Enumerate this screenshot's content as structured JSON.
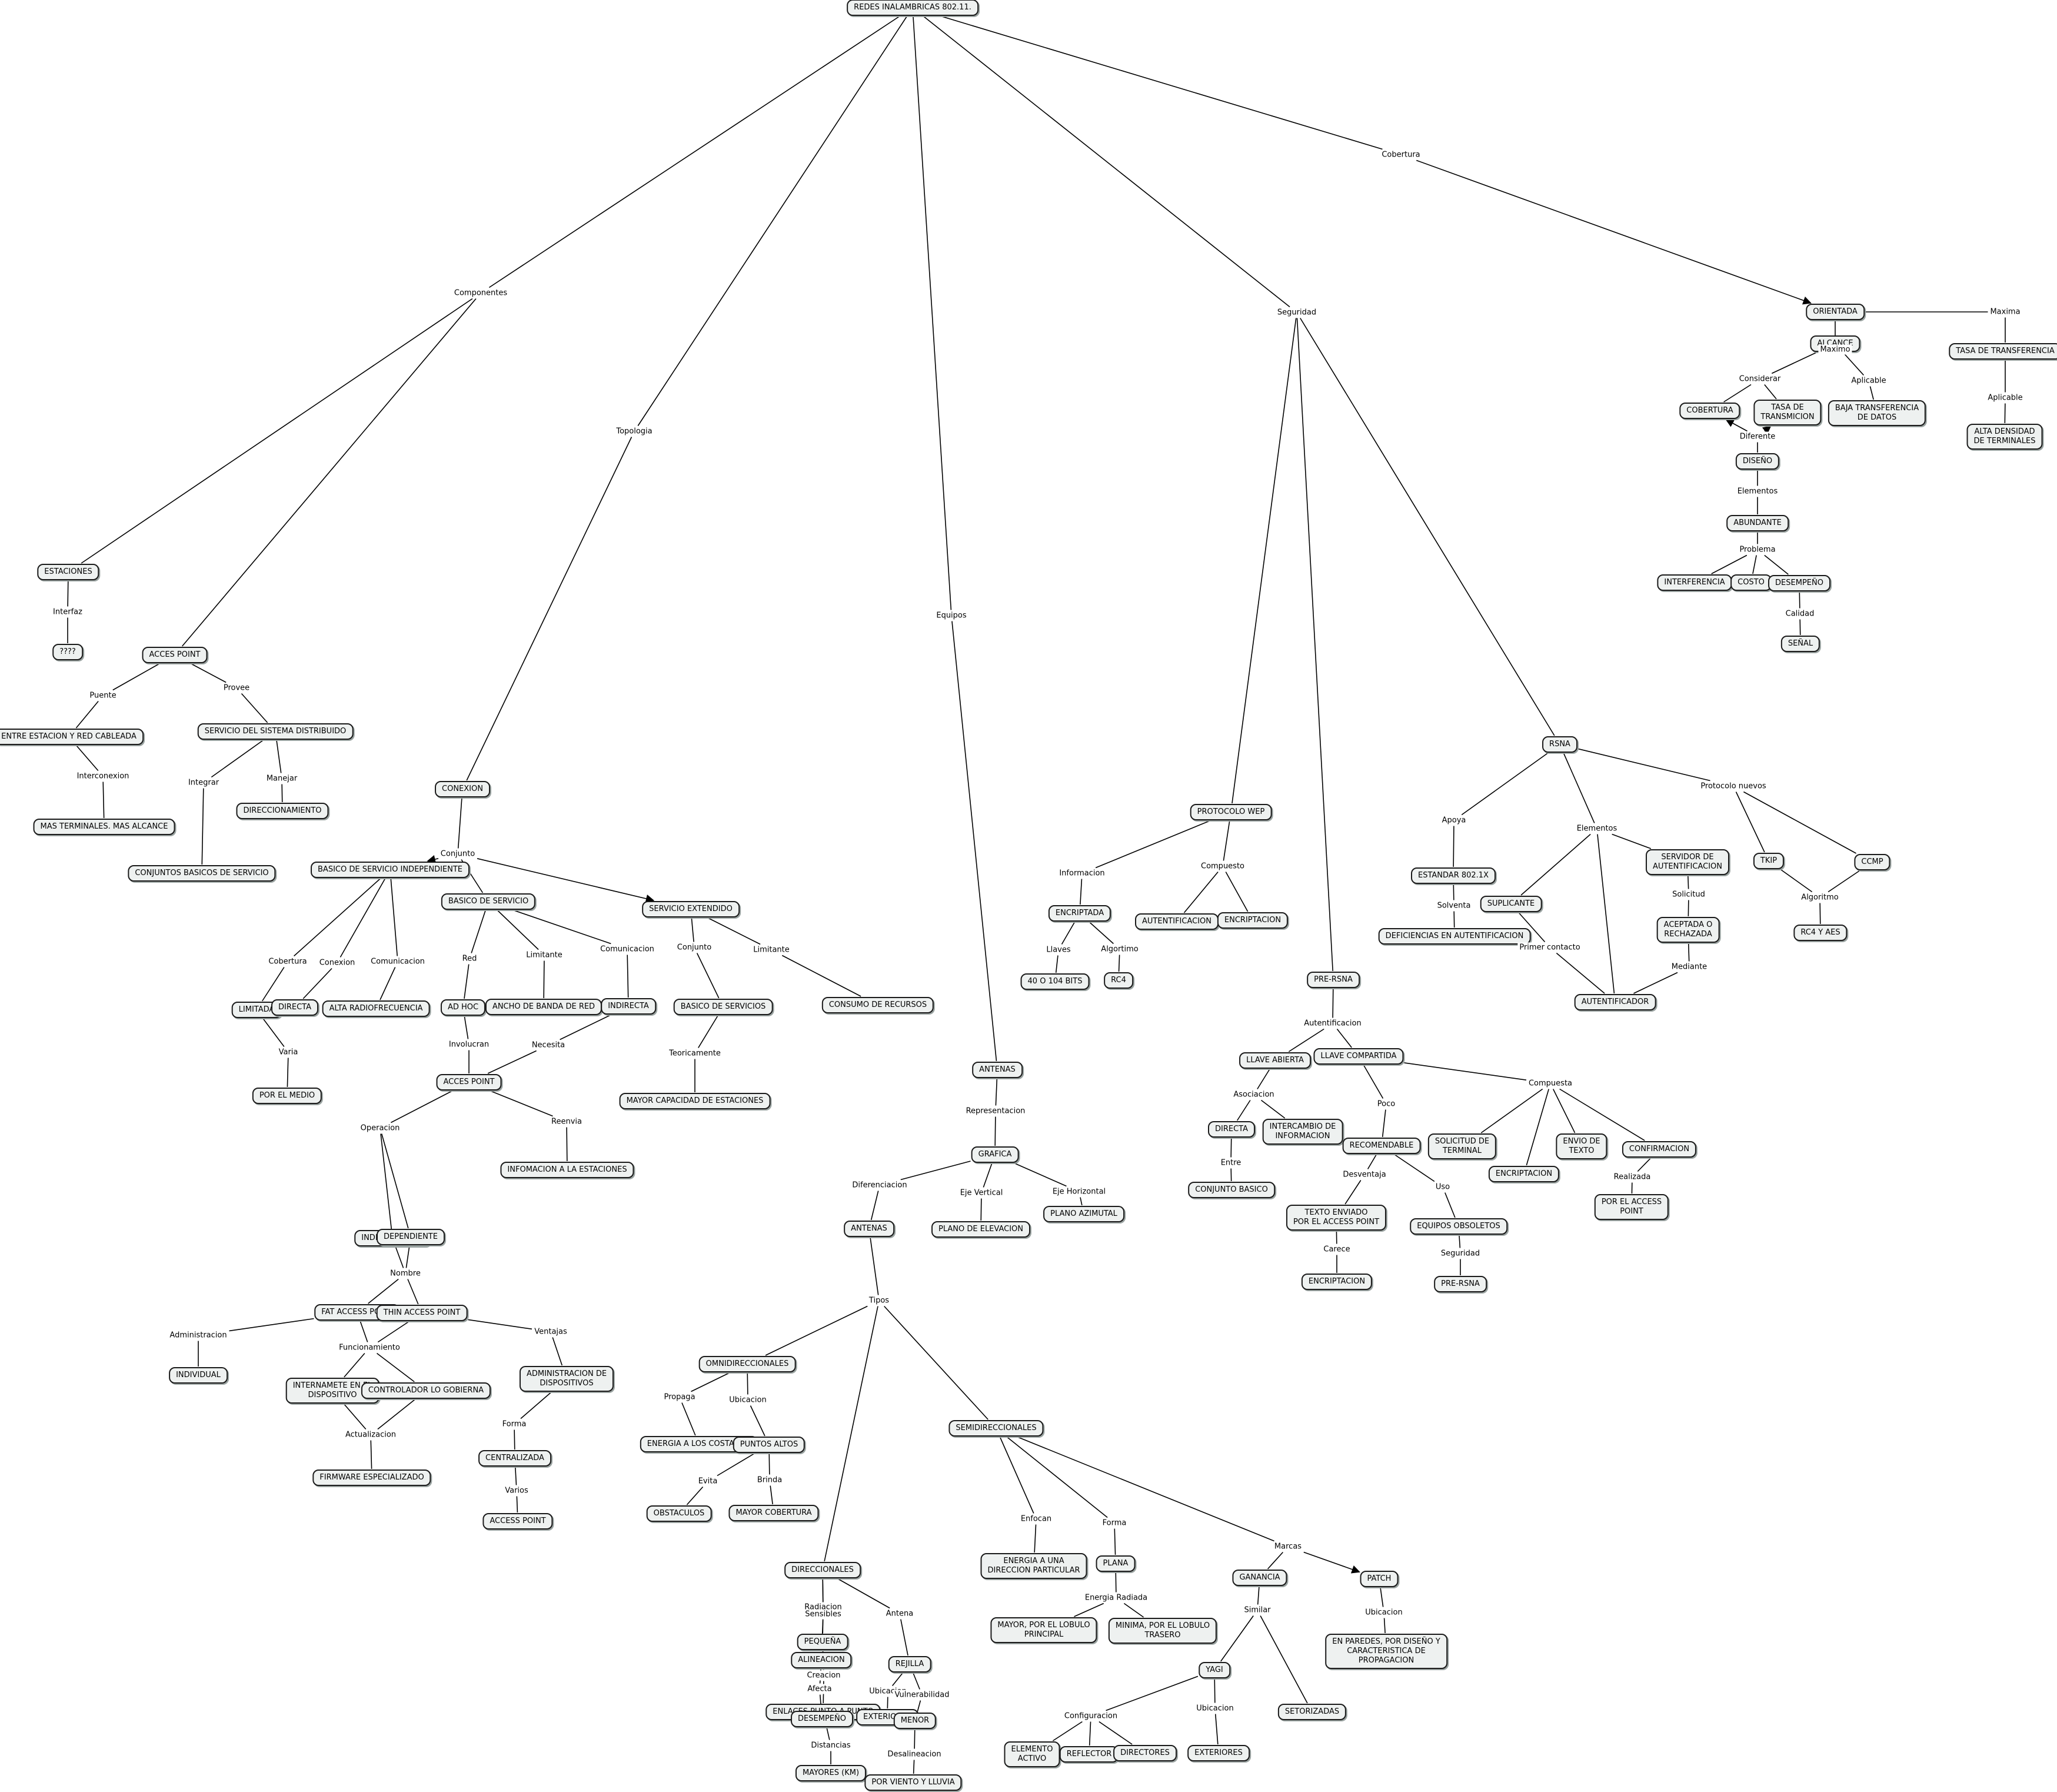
{
  "nodes": {
    "root": "REDES INALAMBRICAS 802.11.",
    "estaciones": "ESTACIONES",
    "qqqq": "????",
    "acces_point": "ACCES POINT",
    "entre_estacion": "ENTRE ESTACION Y RED CABLEADA",
    "mas_terminales": "MAS TERMINALES. MAS ALCANCE",
    "servicio_distribuido": "SERVICIO DEL SISTEMA DISTRIBUIDO",
    "direccionamiento": "DIRECCIONAMIENTO",
    "conjuntos_basicos": "CONJUNTOS BASICOS DE SERVICIO",
    "conexion": "CONEXION",
    "basico_independiente": "BASICO DE SERVICIO INDEPENDIENTE",
    "basico_servicio": "BASICO DE SERVICIO",
    "servicio_extendido": "SERVICIO EXTENDIDO",
    "limitada": "LIMITADA",
    "directa_conexion": "DIRECTA",
    "alta_radiofrecuencia": "ALTA RADIOFRECUENCIA",
    "por_el_medio": "POR EL MEDIO",
    "ad_hoc": "AD HOC",
    "ancho_banda": "ANCHO DE BANDA DE RED",
    "indirecta": "INDIRECTA",
    "basico_servicios": "BASICO DE SERVICIOS",
    "consumo_recursos": "CONSUMO DE RECURSOS",
    "mayor_capacidad": "MAYOR CAPACIDAD DE ESTACIONES",
    "acces_point2": "ACCES POINT",
    "infomacion": "INFOMACION A LA ESTACIONES",
    "independiente": "INDEPENDIENTE",
    "dependiente": "DEPENDIENTE",
    "fat_ap": "FAT ACCESS POINT",
    "thin_ap": "THIN ACCESS POINT",
    "individual": "INDIVIDUAL",
    "internamete": "INTERNAMETE EN EL\nDISPOSITIVO",
    "controlador": "CONTROLADOR LO GOBIERNA",
    "admin_dispositivos": "ADMINISTRACION DE\nDISPOSITIVOS",
    "firmware": "FIRMWARE ESPECIALIZADO",
    "centralizada": "CENTRALIZADA",
    "access_point_final": "ACCESS POINT",
    "antenas_top": "ANTENAS",
    "grafica": "GRAFICA",
    "antenas2": "ANTENAS",
    "plano_elevacion": "PLANO DE ELEVACION",
    "plano_azimutal": "PLANO AZIMUTAL",
    "omnidireccionales": "OMNIDIRECCIONALES",
    "energia_costados": "ENERGIA A LOS COSTADOS",
    "puntos_altos": "PUNTOS ALTOS",
    "obstaculos": "OBSTACULOS",
    "mayor_cobertura": "MAYOR COBERTURA",
    "semidireccionales": "SEMIDIRECCIONALES",
    "energia_direccion": "ENERGIA A UNA\nDIRECCION PARTICULAR",
    "plana": "PLANA",
    "mayor_lobulo": "MAYOR, POR EL LOBULO\nPRINCIPAL",
    "minima_lobulo": "MINIMA, POR EL LOBULO\nTRASERO",
    "ganancia": "GANANCIA",
    "patch": "PATCH",
    "en_paredes": "EN PAREDES, POR DISEÑO Y\nCARACTERISTICA DE\nPROPAGACION",
    "yagi": "YAGI",
    "setorizadas": "SETORIZADAS",
    "elemento_activo": "ELEMENTO\nACTIVO",
    "reflector": "REFLECTOR",
    "directores": "DIRECTORES",
    "exteriores_yagi": "EXTERIORES",
    "direccionales": "DIRECCIONALES",
    "pequena": "PEQUEÑA",
    "alineacion": "ALINEACION",
    "rejilla": "REJILLA",
    "enlaces": "ENLACES PUNTO A PUNTO",
    "desempeno_dir": "DESEMPEÑO",
    "exteriores_rej": "EXTERIORES",
    "menor": "MENOR",
    "mayores_km": "MAYORES (KM)",
    "por_viento": "POR VIENTO Y LLUVIA",
    "protocolo_wep": "PROTOCOLO WEP",
    "encriptada": "ENCRIPTADA",
    "autentificacion_wep": "AUTENTIFICACION",
    "encriptacion_wep": "ENCRIPTACION",
    "bits": "40 O 104 BITS",
    "rc4": "RC4",
    "pre_rsna": "PRE-RSNA",
    "llave_abierta": "LLAVE ABIERTA",
    "llave_compartida": "LLAVE COMPARTIDA",
    "directa_llave": "DIRECTA",
    "intercambio": "INTERCAMBIO DE\nINFORMACION",
    "conjunto_basico": "CONJUNTO BASICO",
    "recomendable": "RECOMENDABLE",
    "solicitud_terminal": "SOLICITUD DE\nTERMINAL",
    "encriptacion_llave": "ENCRIPTACION",
    "envio_texto": "ENVIO DE\nTEXTO",
    "confirmacion": "CONFIRMACION",
    "texto_enviado": "TEXTO ENVIADO\nPOR EL ACCESS POINT",
    "equipos_obsoletos": "EQUIPOS OBSOLETOS",
    "por_access_point": "POR EL ACCESS\nPOINT",
    "encriptacion_final": "ENCRIPTACION",
    "pre_rsna2": "PRE-RSNA",
    "rsna": "RSNA",
    "estandar": "ESTANDAR 802.1X",
    "deficiencias": "DEFICIENCIAS EN AUTENTIFICACION",
    "suplicante": "SUPLICANTE",
    "servidor_aut": "SERVIDOR DE\nAUTENTIFICACION",
    "aceptada": "ACEPTADA O\nRECHAZADA",
    "autentificador": "AUTENTIFICADOR",
    "tkip": "TKIP",
    "ccmp": "CCMP",
    "rc4_aes": "RC4 Y AES",
    "orientada": "ORIENTADA",
    "alcance": "ALCANCE",
    "tasa_transferencia": "TASA DE TRANSFERENCIA",
    "cobertura_node": "COBERTURA",
    "tasa_transmicion": "TASA DE\nTRANSMICION",
    "baja_transferencia": "BAJA TRANSFERENCIA\nDE DATOS",
    "alta_densidad": "ALTA DENSIDAD\nDE TERMINALES",
    "diseno": "DISEÑO",
    "abundante": "ABUNDANTE",
    "interferencia": "INTERFERENCIA",
    "costo": "COSTO",
    "desempeno_cov": "DESEMPEÑO",
    "senal": "SEÑAL"
  },
  "labels": {
    "componentes": "Componentes",
    "topologia": "Topologia",
    "equipos": "Equipos",
    "seguridad": "Seguridad",
    "cobertura": "Cobertura",
    "interfaz": "Interfaz",
    "puente": "Puente",
    "provee": "Provee",
    "interconexion": "Interconexion",
    "integrar": "Integrar",
    "manejar": "Manejar",
    "conjunto": "Conjunto",
    "cobertura_top": "Cobertura",
    "conexion_lbl": "Conexion",
    "comunicacion1": "Comunicacion",
    "varia": "Varia",
    "red": "Red",
    "limitante1": "Limitante",
    "comunicacion2": "Comunicacion",
    "conjunto2": "Conjunto",
    "limitante2": "Limitante",
    "teoricamente": "Teoricamente",
    "involucran": "Involucran",
    "necesita": "Necesita",
    "operacion": "Operacion",
    "reenvia": "Reenvia",
    "nombre": "Nombre",
    "administracion": "Administracion",
    "funcionamiento": "Funcionamiento",
    "ventajas": "Ventajas",
    "actualizacion": "Actualizacion",
    "forma_ap": "Forma",
    "varios": "Varios",
    "representacion": "Representacion",
    "diferenciacion": "Diferenciacion",
    "eje_vertical": "Eje Vertical",
    "eje_horizontal": "Eje Horizontal",
    "tipos": "Tipos",
    "propaga": "Propaga",
    "ubicacion_omni": "Ubicacion",
    "evita": "Evita",
    "brinda": "Brinda",
    "enfocan": "Enfocan",
    "forma_semi": "Forma",
    "marcas": "Marcas",
    "energia_radiada": "Energia Radiada",
    "similar": "Similar",
    "ubicacion_patch": "Ubicacion",
    "configuracion": "Configuracion",
    "ubicacion_yagi": "Ubicacion",
    "radiacion": "Radiacion",
    "sensibles": "Sensibles",
    "antena": "Antena",
    "creacion": "Creacion",
    "afecta": "Afecta",
    "ubicacion_rej": "Ubicacion",
    "vulnerabilidad": "Vulnerabilidad",
    "distancias": "Distancias",
    "desalineacion": "Desalineacion",
    "informacion": "Informacion",
    "compuesto": "Compuesto",
    "llaves": "Llaves",
    "algortimo_wep": "Algortimo",
    "autentificacion": "Autentificacion",
    "asociacion": "Asociacion",
    "entre": "Entre",
    "poco": "Poco",
    "compuesta": "Compuesta",
    "desventaja": "Desventaja",
    "uso": "Uso",
    "realizada": "Realizada",
    "carece": "Carece",
    "seguridad2": "Seguridad",
    "apoya": "Apoya",
    "elementos_rsna": "Elementos",
    "protocolo_nuevos": "Protocolo nuevos",
    "solventa": "Solventa",
    "primer_contacto": "Primer contacto",
    "solicitud": "Solicitud",
    "mediante": "Mediante",
    "algoritmo": "Algoritmo",
    "maximo": "Maximo",
    "maxima": "Maxima",
    "considerar": "Considerar",
    "aplicable1": "Aplicable",
    "aplicable2": "Aplicable",
    "diferente": "Diferente",
    "elementos_cov": "Elementos",
    "problema": "Problema",
    "calidad": "Calidad"
  }
}
